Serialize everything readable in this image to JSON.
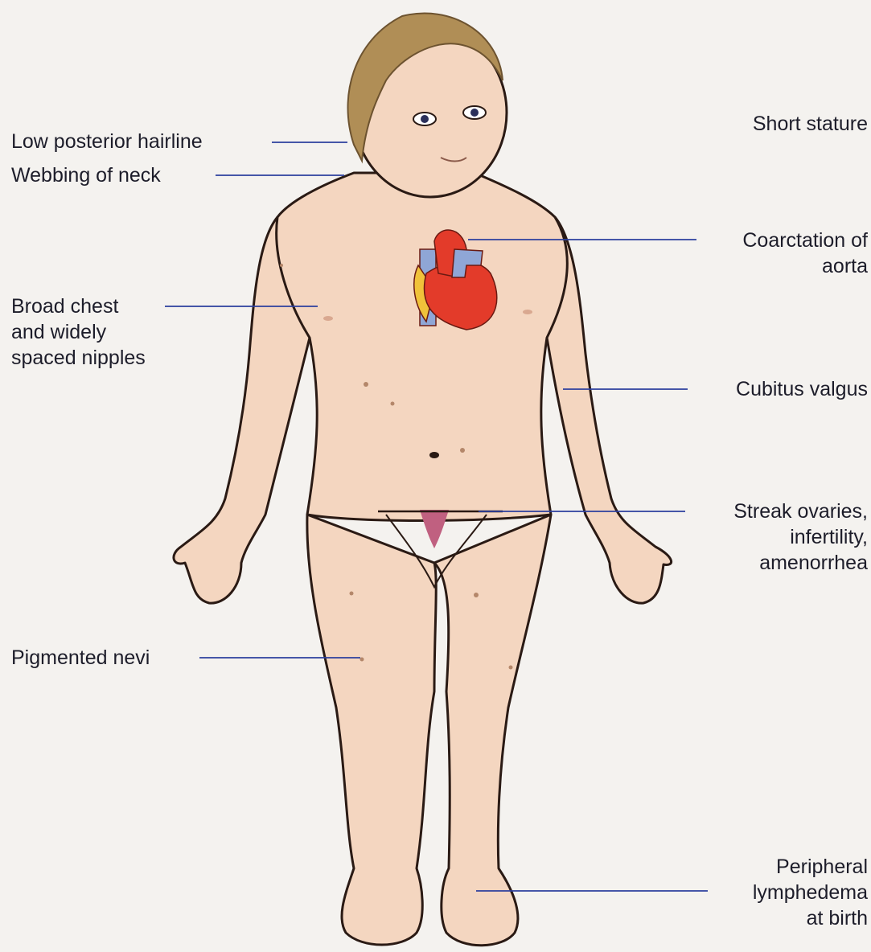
{
  "labels": {
    "low_posterior_hairline": [
      "Low posterior hairline"
    ],
    "webbing_of_neck": [
      "Webbing of neck"
    ],
    "broad_chest": [
      "Broad chest",
      "and widely",
      "spaced nipples"
    ],
    "pigmented_nevi": [
      "Pigmented nevi"
    ],
    "short_stature": [
      "Short stature"
    ],
    "coarctation": [
      "Coarctation of",
      "aorta"
    ],
    "cubitus_valgus": [
      "Cubitus valgus"
    ],
    "streak_ovaries": [
      "Streak ovaries,",
      "infertility,",
      "amenorrhea"
    ],
    "lymphedema": [
      "Peripheral",
      "lymphedema",
      "at birth"
    ]
  },
  "colors": {
    "background": "#f4f2ef",
    "skin": "#f4d6c0",
    "outline": "#2a1a14",
    "hair": "#b08e56",
    "leader_line": "#2c3f9e",
    "heart_red": "#e33b2a",
    "heart_blue": "#8fa6d6",
    "heart_yellow": "#f0c23a",
    "uterus": "#c06080"
  }
}
